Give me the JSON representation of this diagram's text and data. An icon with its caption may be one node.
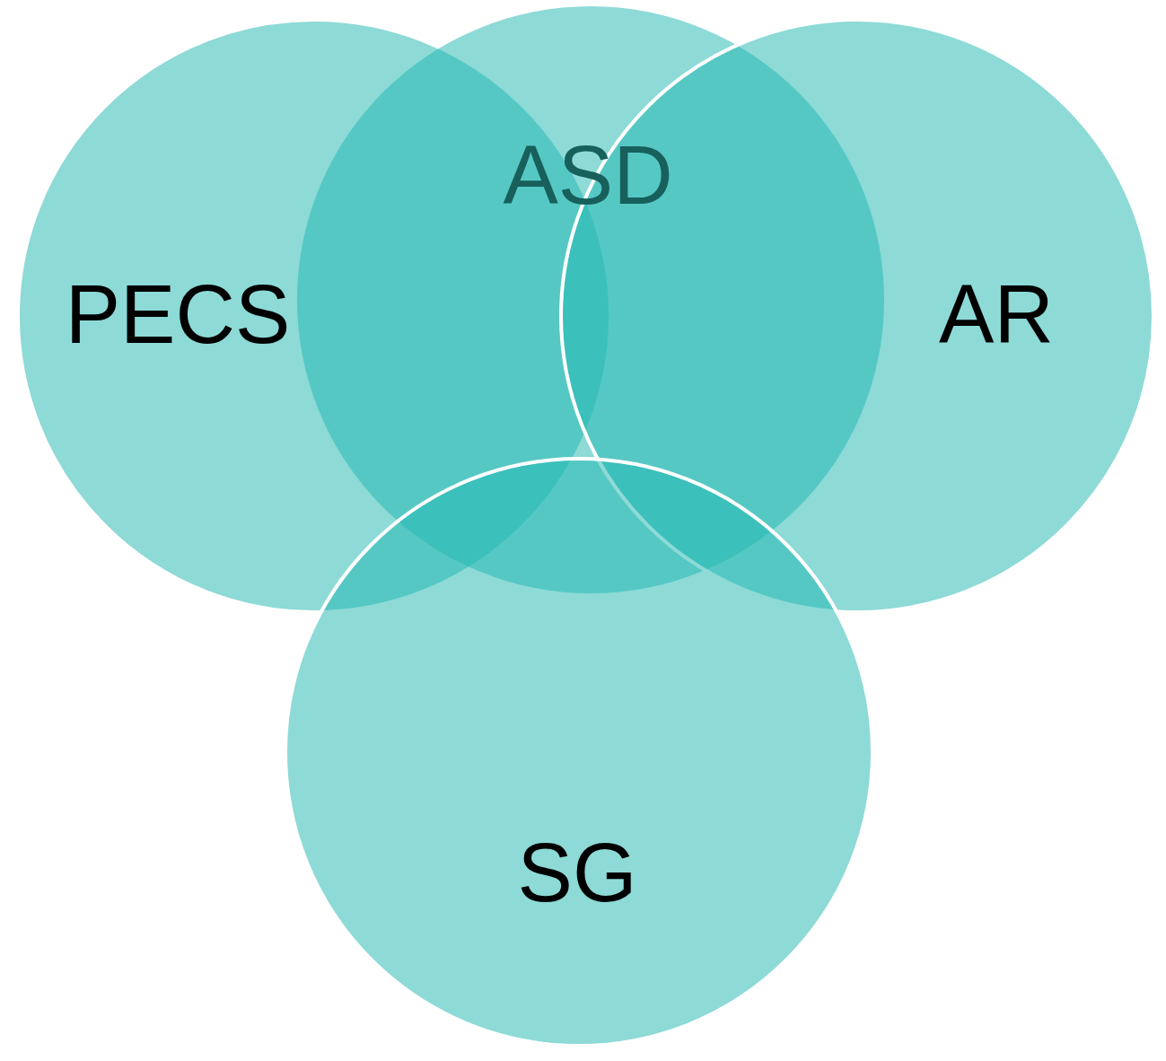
{
  "diagram": {
    "nodes": [
      {
        "text": [
          "PECS"
        ]
      },
      {
        "text": [
          "ASD"
        ]
      },
      {
        "text": [
          "AR"
        ]
      },
      {
        "text": [
          "SG"
        ]
      }
    ]
  }
}
